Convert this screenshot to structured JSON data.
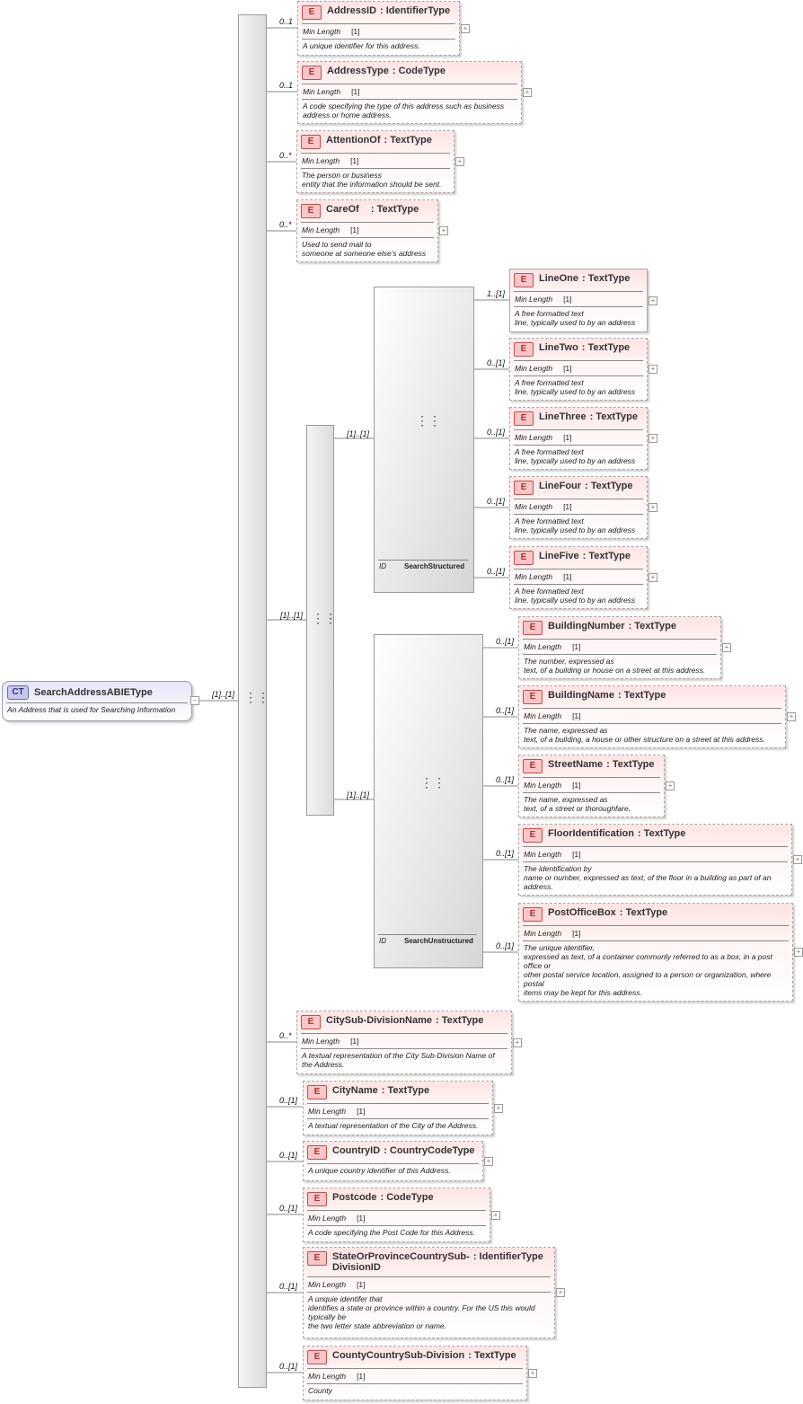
{
  "root": {
    "badge": "CT",
    "name": "SearchAddressABIEType",
    "doc": "An Address that is used for Searching Information",
    "multiplicity": "[1]..[1]"
  },
  "choice": {
    "multiplicity": "[1]..[1]",
    "structured": {
      "multiplicity": "[1]..[1]",
      "id_label": "ID",
      "name": "SearchStructured"
    },
    "unstructured": {
      "multiplicity": "[1]..[1]",
      "id_label": "ID",
      "name": "SearchUnstructured"
    }
  },
  "facet_label": "Min Length",
  "facet_value": "[1]",
  "elements": [
    {
      "badge": "E",
      "name": "AddressID",
      "type": ": IdentifierType",
      "mult": "0..1",
      "facet": true,
      "doc": "A unique identifier for this address."
    },
    {
      "badge": "E",
      "name": "AddressType",
      "type": ": CodeType",
      "mult": "0..1",
      "facet": true,
      "doc": "A code specifying the type of this address such as business\naddress or home address."
    },
    {
      "badge": "E",
      "name": "AttentionOf",
      "type": ": TextType",
      "mult": "0..*",
      "facet": true,
      "doc": "The person or business\nentity that the information should be sent."
    },
    {
      "badge": "E",
      "name": "CareOf   ",
      "type": ": TextType",
      "mult": "0..*",
      "facet": true,
      "doc": "Used to send mail to\nsomeone at someone else's address"
    },
    {
      "badge": "E",
      "name": "LineOne",
      "type": ": TextType",
      "mult": "1..[1]",
      "facet": true,
      "doc": "A free formatted text\nline, typically used to by an address"
    },
    {
      "badge": "E",
      "name": "LineTwo",
      "type": ": TextType",
      "mult": "0..[1]",
      "facet": true,
      "doc": "A free formatted text\nline, typically used to by an address"
    },
    {
      "badge": "E",
      "name": "LineThree",
      "type": ": TextType",
      "mult": "0..[1]",
      "facet": true,
      "doc": "A free formatted text\nline, typically used to by an address"
    },
    {
      "badge": "E",
      "name": "LineFour",
      "type": ": TextType",
      "mult": "0..[1]",
      "facet": true,
      "doc": "A free formatted text\nline, typically used to by an address"
    },
    {
      "badge": "E",
      "name": "LineFive",
      "type": ": TextType",
      "mult": "0..[1]",
      "facet": true,
      "doc": "A free formatted text\nline, typically used to by an address"
    },
    {
      "badge": "E",
      "name": "BuildingNumber",
      "type": ": TextType",
      "mult": "0..[1]",
      "facet": true,
      "doc": "The number, expressed as\ntext, of a building or house on a street at this address."
    },
    {
      "badge": "E",
      "name": "BuildingName",
      "type": ": TextType",
      "mult": "0..[1]",
      "facet": true,
      "doc": "The name, expressed as\ntext, of a building, a house or other structure on a street at this address."
    },
    {
      "badge": "E",
      "name": "StreetName",
      "type": ": TextType",
      "mult": "0..[1]",
      "facet": true,
      "doc": "The name, expressed as\ntext, of a street or thoroughfare."
    },
    {
      "badge": "E",
      "name": "FloorIdentification",
      "type": ": TextType",
      "mult": "0..[1]",
      "facet": true,
      "doc": "The identification by\nname or number, expressed as text, of the floor in a building as part of an\naddress."
    },
    {
      "badge": "E",
      "name": "PostOfficeBox",
      "type": ": TextType",
      "mult": "0..[1]",
      "facet": true,
      "doc": "The unique identifier,\nexpressed as text, of a container commonly referred to as a box, in a post\noffice or\nother postal service location, assigned to a person or organization, where\npostal\nitems may be kept for this address."
    },
    {
      "badge": "E",
      "name": "CitySub-DivisionName",
      "type": ": TextType",
      "mult": "0..*",
      "facet": true,
      "doc": "A textual representation of the City Sub-Division Name of\nthe Address."
    },
    {
      "badge": "E",
      "name": "CityName",
      "type": ": TextType",
      "mult": "0..[1]",
      "facet": true,
      "doc": "A textual representation of the City of the Address."
    },
    {
      "badge": "E",
      "name": "CountryID",
      "type": ": CountryCodeType",
      "mult": "0..[1]",
      "facet": false,
      "doc": "A unique country identifier of this Address."
    },
    {
      "badge": "E",
      "name": "Postcode",
      "type": ": CodeType",
      "mult": "0..[1]",
      "facet": true,
      "doc": "A code specifying the Post Code for this Address."
    },
    {
      "badge": "E",
      "name": "StateOrProvinceCountrySub-\nDivisionID",
      "type": ": IdentifierType",
      "mult": "0..[1]",
      "facet": true,
      "doc": "A unquie identifer that\nidentifies a state or province within a country. For the US this would\ntypically be\nthe two letter state abbreviation or name."
    },
    {
      "badge": "E",
      "name": "CountyCountrySub-Division",
      "type": ": TextType",
      "mult": "0..[1]",
      "facet": true,
      "doc": "County"
    }
  ]
}
